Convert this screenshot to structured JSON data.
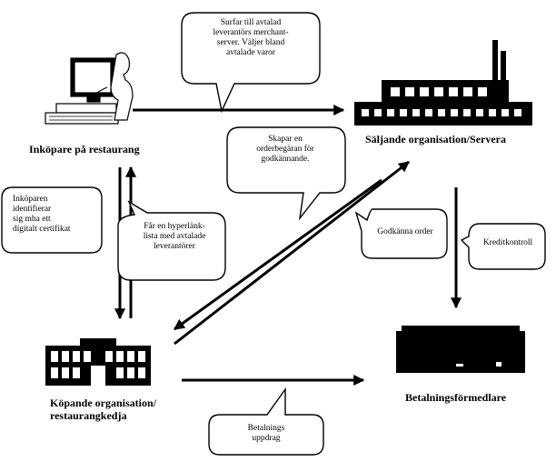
{
  "nodes": {
    "buyer": "Inköpare på restaurang",
    "seller": "Säljande organisation/Servera",
    "buying_org_line1": "Köpande organisation/",
    "buying_org_line2": "restaurangkedja",
    "payment": "Betalningsförmedlare"
  },
  "bubbles": {
    "surf": [
      "Surfar till avtalad",
      "leverantörs merchant-",
      "server. Väljer bland",
      "avtalade varor"
    ],
    "order_request": [
      "Skapar en",
      "orderbegäran för",
      "godkännande."
    ],
    "certificate": [
      "Inköparen",
      "identifierar",
      "sig mha ett",
      "digitalt certifikat"
    ],
    "hyperlink": [
      "Får en hyperlänk-",
      "lista med avtalade",
      "leverantörer"
    ],
    "approve": [
      "Godkänna order"
    ],
    "credit": [
      "Kreditkontroll"
    ],
    "payment_order": [
      "Betalnings",
      "uppdrag"
    ]
  },
  "colors": {
    "ink": "#000000",
    "paper": "#ffffff"
  }
}
